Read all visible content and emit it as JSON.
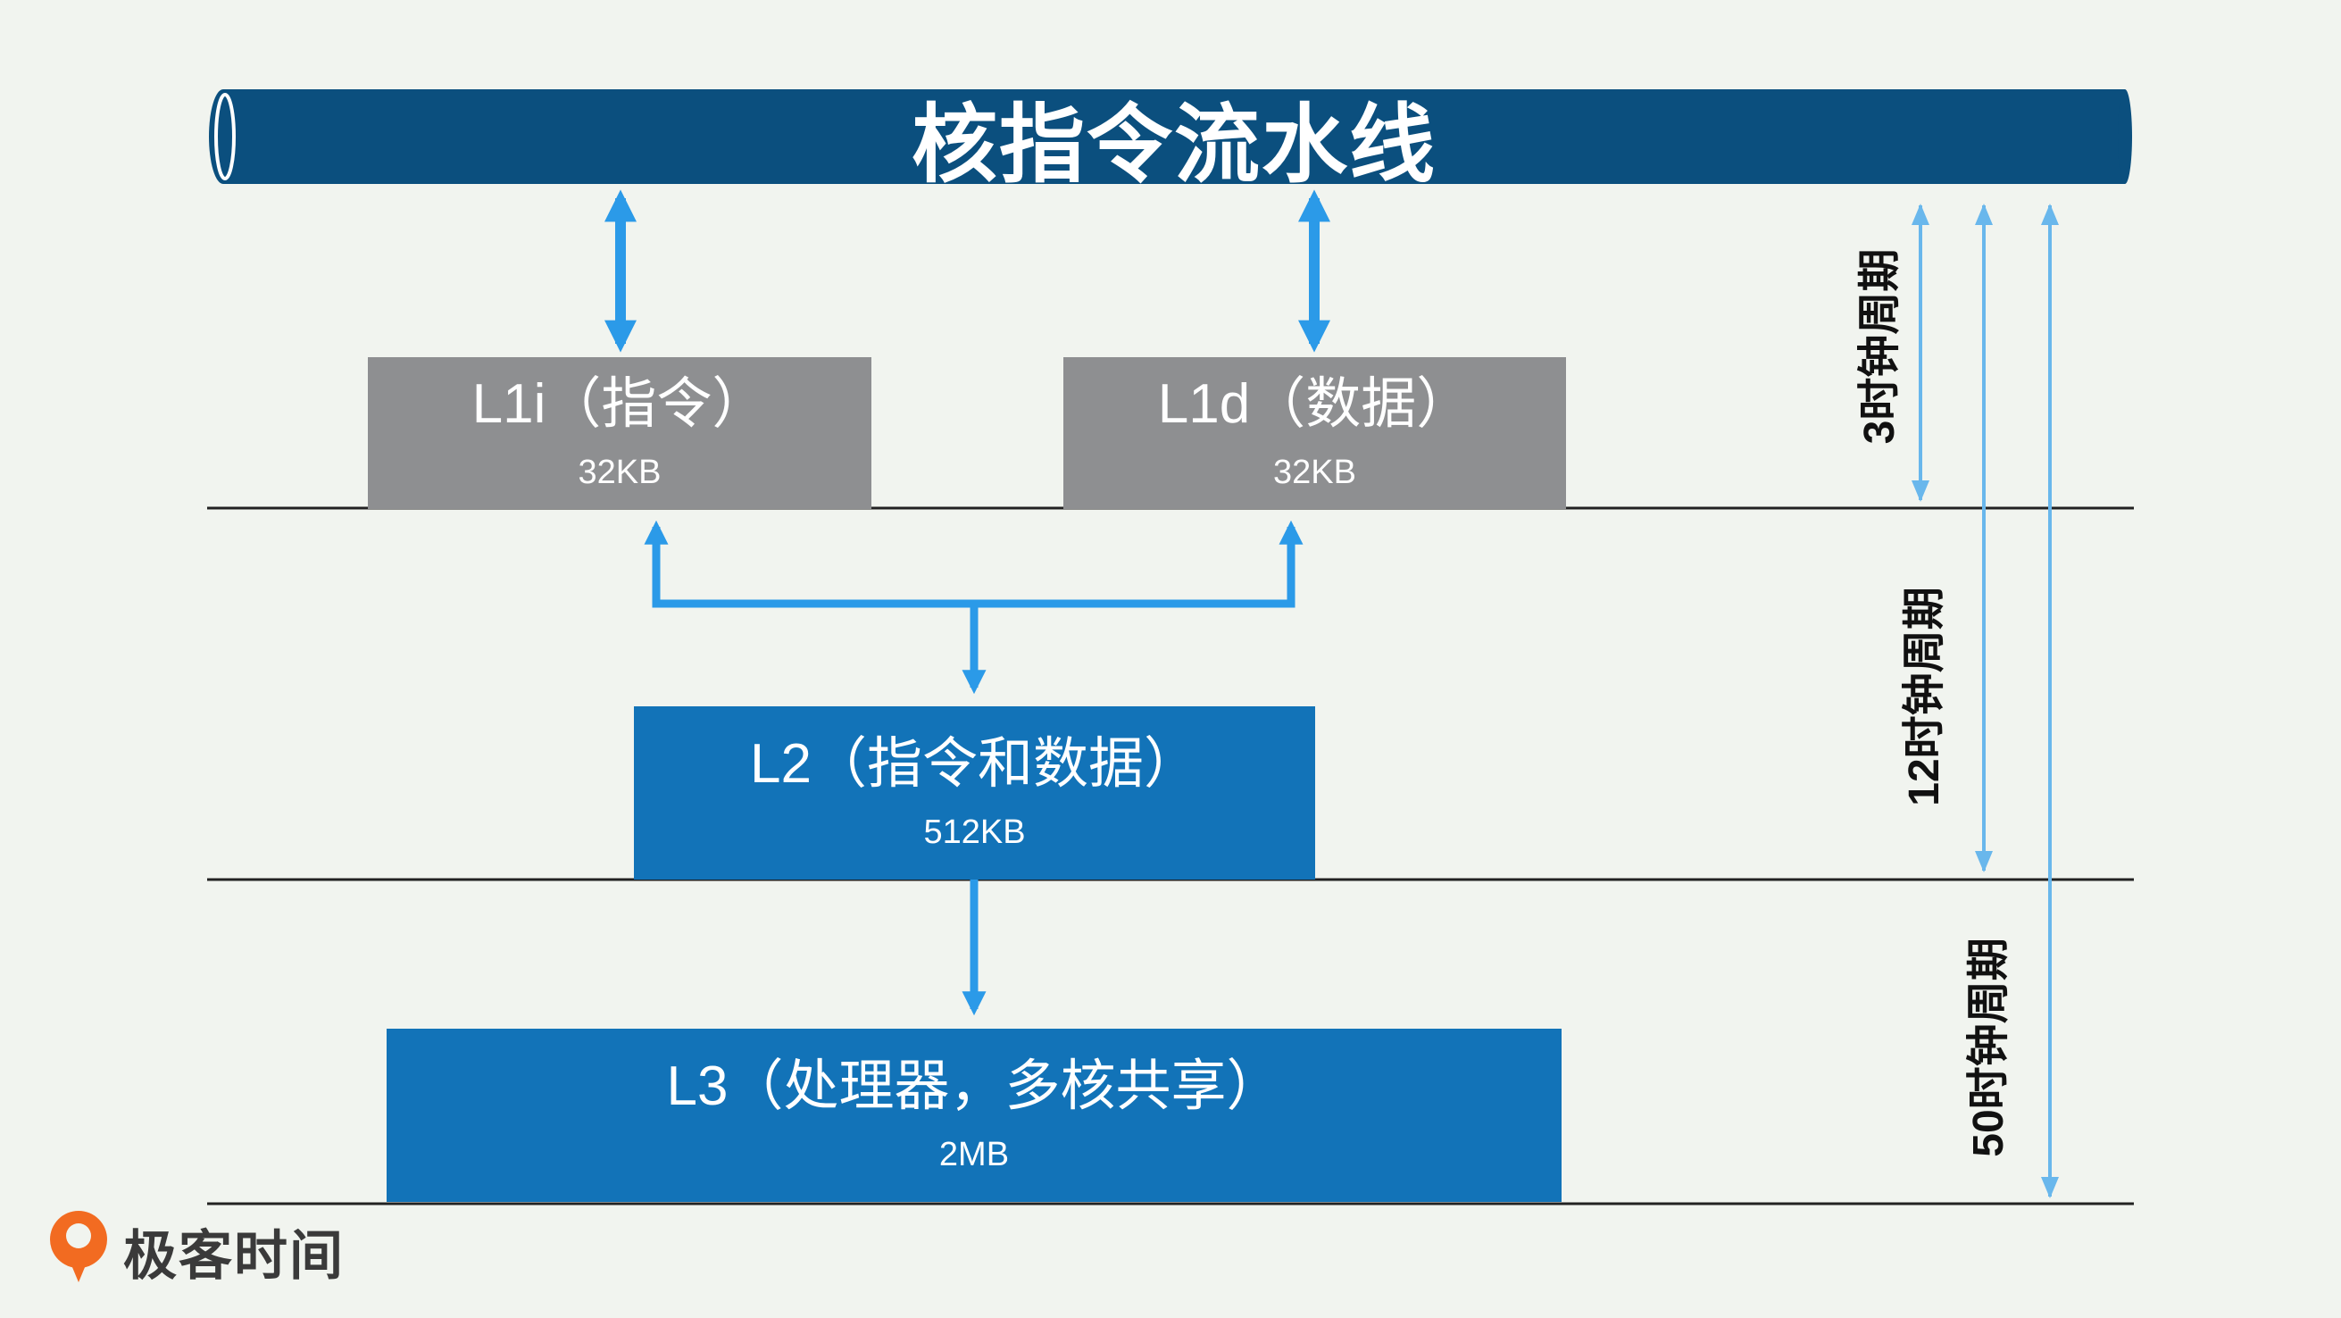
{
  "pipeline": {
    "title": "核指令流水线"
  },
  "l1i": {
    "title": "L1i（指令）",
    "size": "32KB"
  },
  "l1d": {
    "title": "L1d（数据）",
    "size": "32KB"
  },
  "l2": {
    "title": "L2（指令和数据）",
    "size": "512KB"
  },
  "l3": {
    "title": "L3（处理器，多核共享）",
    "size": "2MB"
  },
  "latency": {
    "l1": "3时钟周期",
    "l2": "12时钟周期",
    "l3": "50时钟周期"
  },
  "logo": {
    "text": "极客时间"
  },
  "colors": {
    "pipeline": "#0b4f7e",
    "l1_box": "#8e8f91",
    "l2_l3_box": "#1273b8",
    "arrow": "#2b9ae8",
    "latency_arrow": "#69b7ec",
    "background": "#f1f4ef",
    "logo_accent": "#f26b21"
  }
}
